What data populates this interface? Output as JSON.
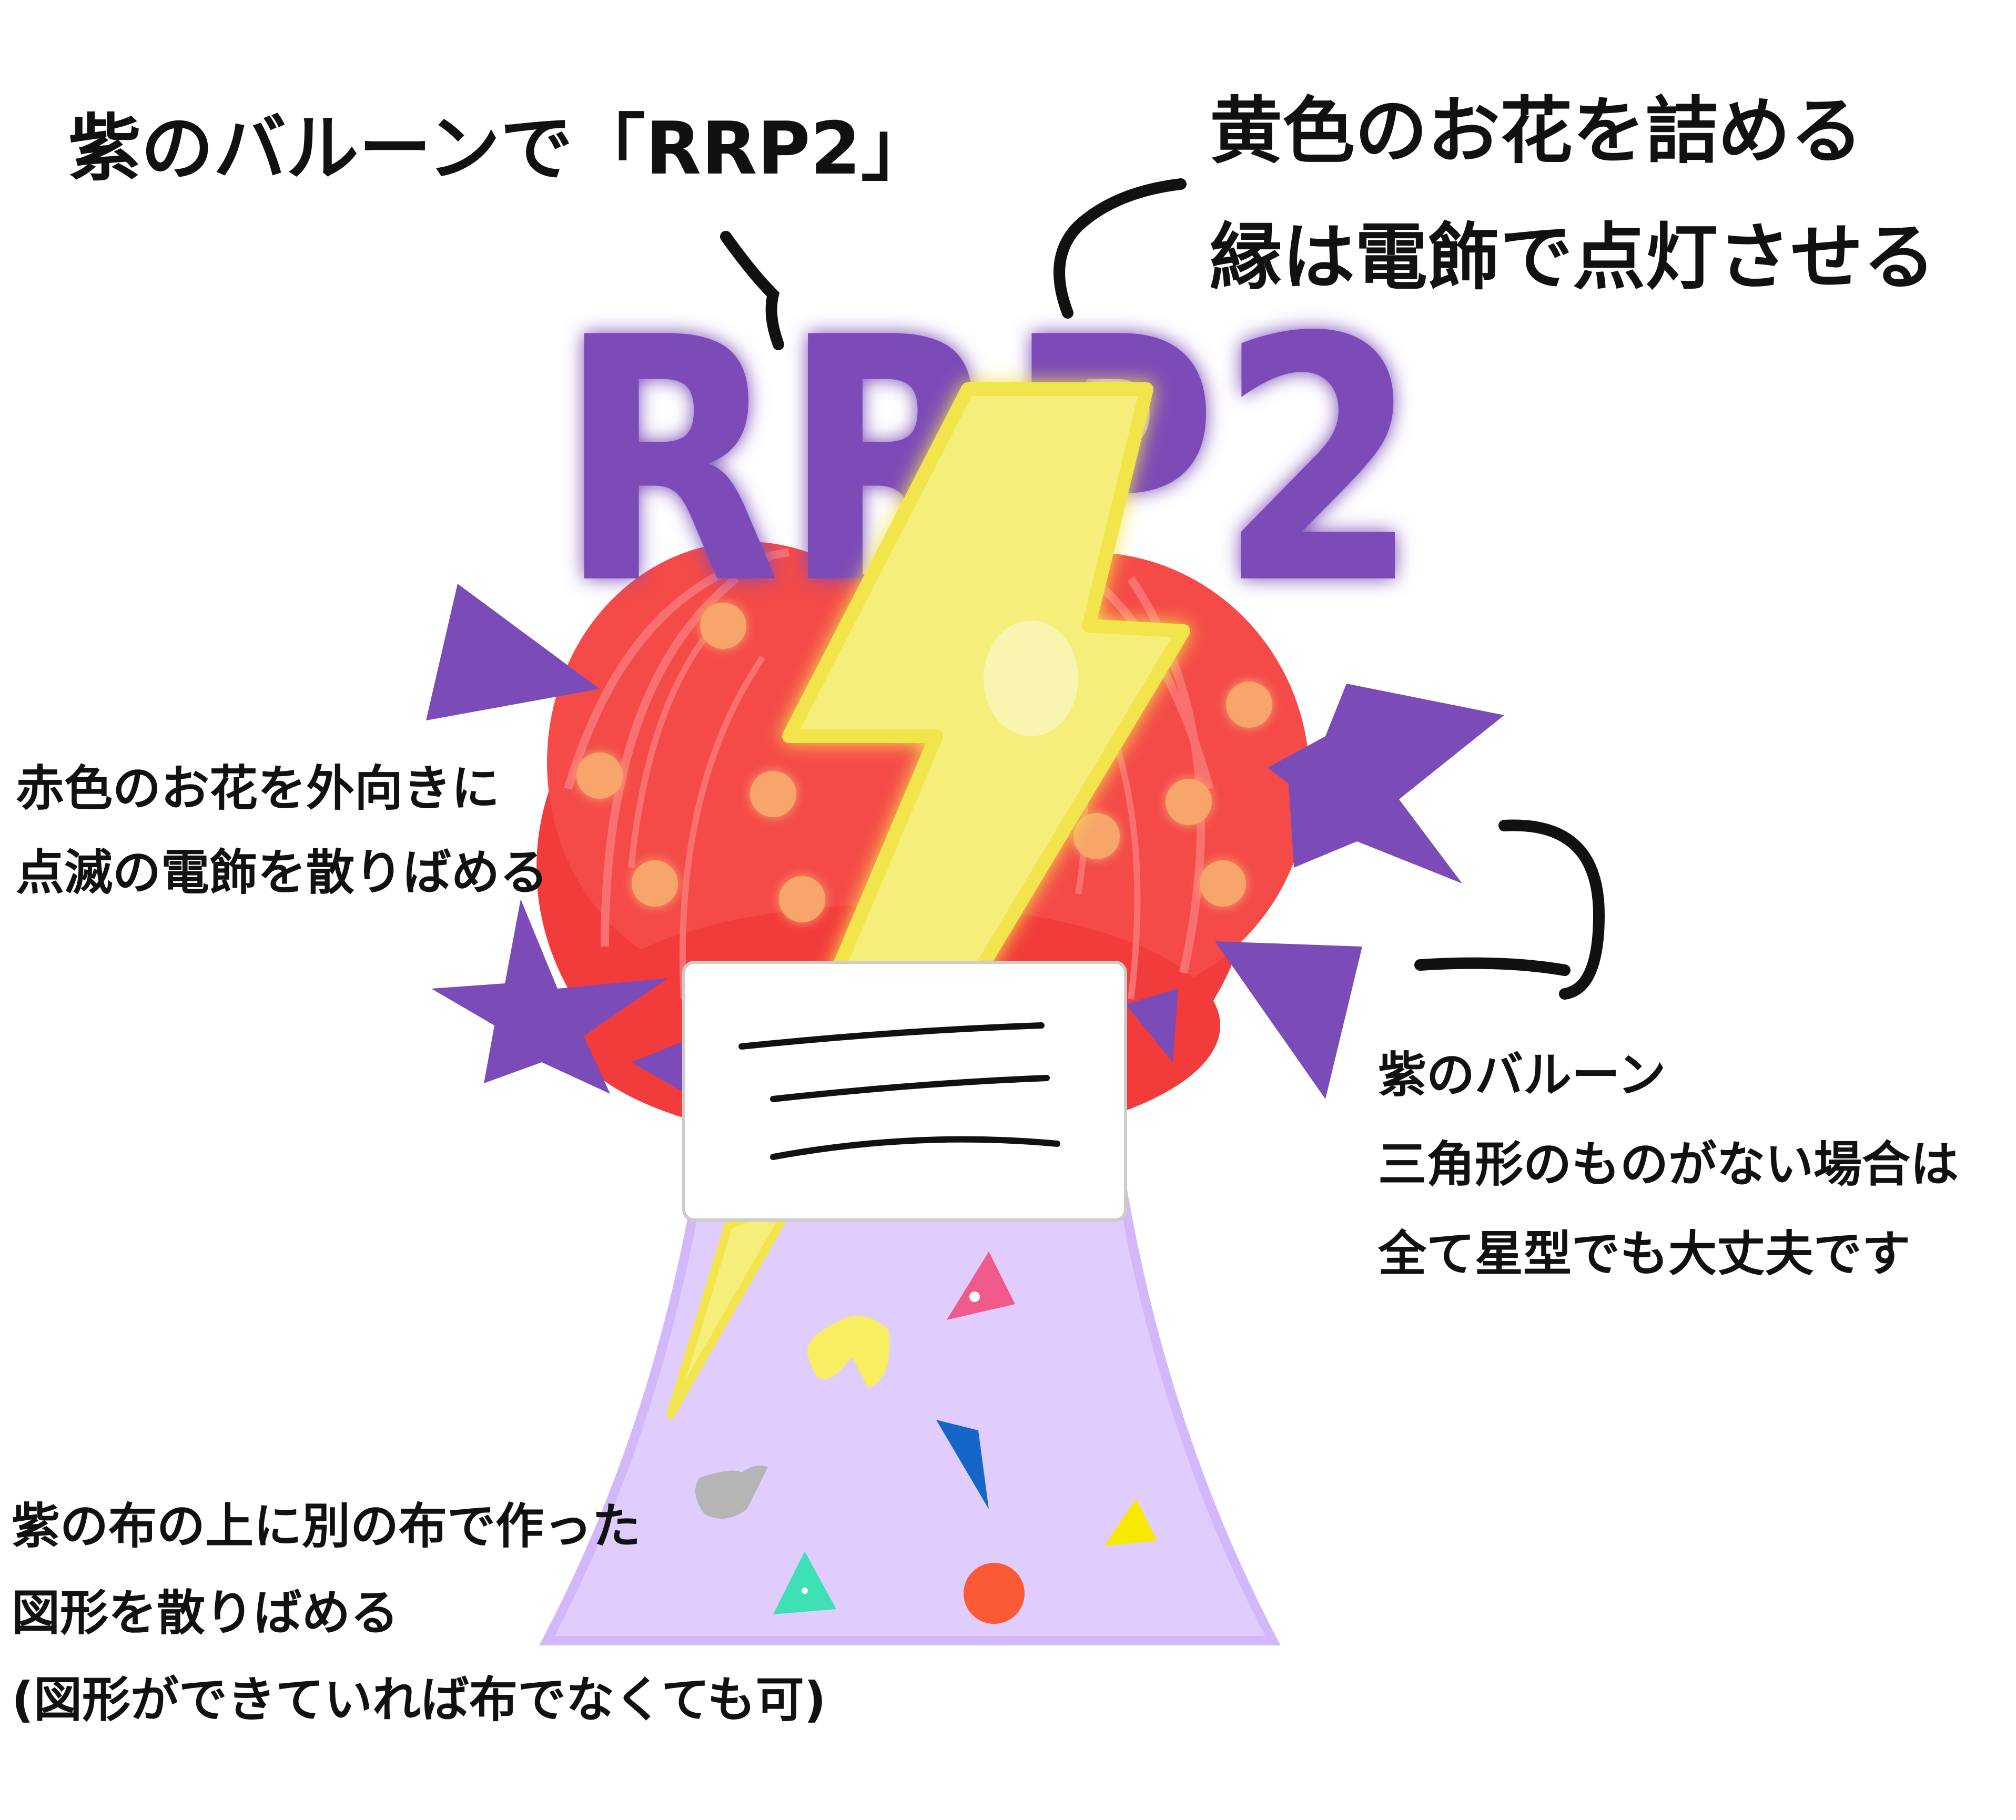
{
  "annotations": {
    "balloon_letters": {
      "lines": [
        "紫のバルーンで「RRP2」"
      ]
    },
    "yellow_flowers": {
      "lines": [
        "黄色のお花を詰める",
        "縁は電飾で点灯させる"
      ]
    },
    "red_flowers": {
      "lines": [
        "赤色のお花を外向きに",
        "点滅の電飾を散りばめる"
      ]
    },
    "purple_balloons": {
      "lines": [
        "紫のバルーン",
        "三角形のものがない場合は",
        "全て星型でも大丈夫です"
      ]
    },
    "fabric_shapes": {
      "lines": [
        "紫の布の上に別の布で作った",
        "図形を散りばめる",
        "(図形ができていれば布でなくても可)"
      ]
    }
  },
  "balloon_text": "RRP2",
  "colors": {
    "balloon_purple": "#7b4cb8",
    "red_flowers": "#f23b3b",
    "flower_lights": "#f7a56a",
    "lightning_yellow": "#f6ee7a",
    "lightning_outline": "#f2e44c",
    "base_fabric": "#e0cdfd",
    "card_white": "#ffffff",
    "ink": "#111111"
  },
  "fabric_shape_colors": [
    "#ef5a8a",
    "#f7ee62",
    "#1466c8",
    "#b5b5b5",
    "#f7e800",
    "#3fe0b6",
    "#fb5a37"
  ]
}
